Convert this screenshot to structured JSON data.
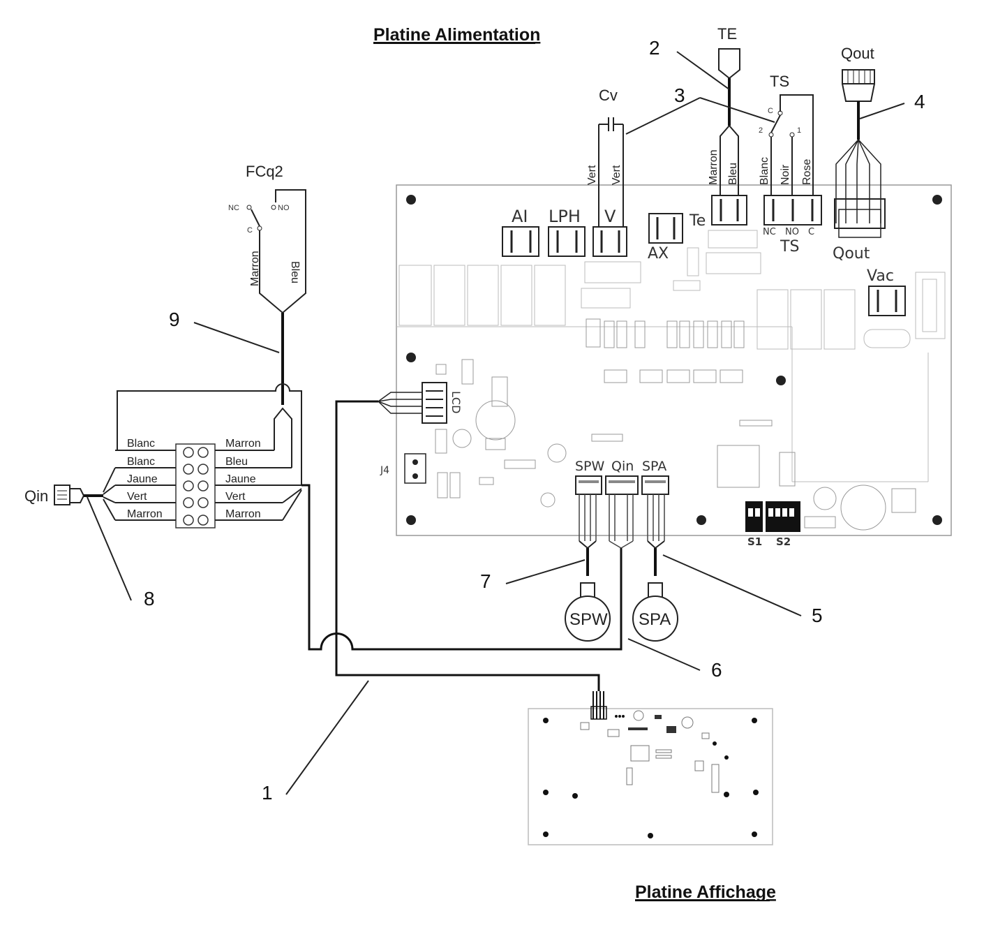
{
  "titles": {
    "top": "Platine Alimentation",
    "bottom": "Platine Affichage"
  },
  "callouts": [
    "1",
    "2",
    "3",
    "4",
    "5",
    "6",
    "7",
    "8",
    "9"
  ],
  "components": {
    "te": "TE",
    "ts": "TS",
    "cv": "Cv",
    "qout": "Qout",
    "fcq2": "FCq2",
    "qin": "Qin",
    "spw": "SPW",
    "spa": "SPA"
  },
  "connectors": {
    "ai": "AI",
    "lph": "LPH",
    "v": "V",
    "ax": "AX",
    "te": "Te",
    "ts": "TS",
    "qout": "Qout",
    "vac": "Vac",
    "lcd": "LCD",
    "j4": "J4",
    "spw": "SPW",
    "qin": "Qin",
    "spa": "SPA",
    "s1": "S1",
    "s2": "S2",
    "ts_pins": [
      "NC",
      "NO",
      "C"
    ]
  },
  "switch_pins": {
    "ts_c": "C",
    "ts_2": "2",
    "ts_1": "1",
    "fc_nc": "NC",
    "fc_no": "NO",
    "fc_c": "C"
  },
  "wire_labels": {
    "cv": [
      "Vert",
      "Vert"
    ],
    "te": [
      "Marron",
      "Bleu"
    ],
    "ts": [
      "Blanc",
      "Noir",
      "Rose"
    ],
    "fcq2": [
      "Marron",
      "Bleu"
    ]
  },
  "terminal_block": {
    "left": [
      "Blanc",
      "Blanc",
      "Jaune",
      "Vert",
      "Marron"
    ],
    "right": [
      "Marron",
      "Bleu",
      "Jaune",
      "Vert",
      "Marron"
    ]
  }
}
